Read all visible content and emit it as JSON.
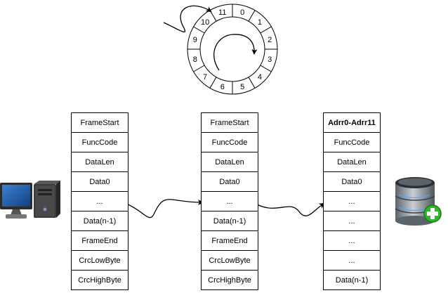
{
  "ring": {
    "segments": [
      "0",
      "1",
      "2",
      "3",
      "4",
      "5",
      "6",
      "7",
      "8",
      "9",
      "10",
      "11"
    ]
  },
  "frames": {
    "left": [
      "FrameStart",
      "FuncCode",
      "DataLen",
      "Data0",
      "...",
      "Data(n-1)",
      "FrameEnd",
      "CrcLowByte",
      "CrcHighByte"
    ],
    "middle": [
      "FrameStart",
      "FuncCode",
      "DataLen",
      "Data0",
      "...",
      "Data(n-1)",
      "FrameEnd",
      "CrcLowByte",
      "CrcHighByte"
    ],
    "right": [
      "Adrr0-Adrr11",
      "FuncCode",
      "DataLen",
      "Data0",
      "...",
      "...",
      "...",
      "...",
      "Data(n-1)"
    ]
  },
  "icons": {
    "source": "computer-icon",
    "target": "database-add-icon"
  },
  "colors": {
    "line": "#000000",
    "monitor_screen": "#1f5fb4",
    "tower": "#3a3a3a",
    "db_body": "#9aa3ab",
    "plus_badge": "#2fb52f"
  }
}
